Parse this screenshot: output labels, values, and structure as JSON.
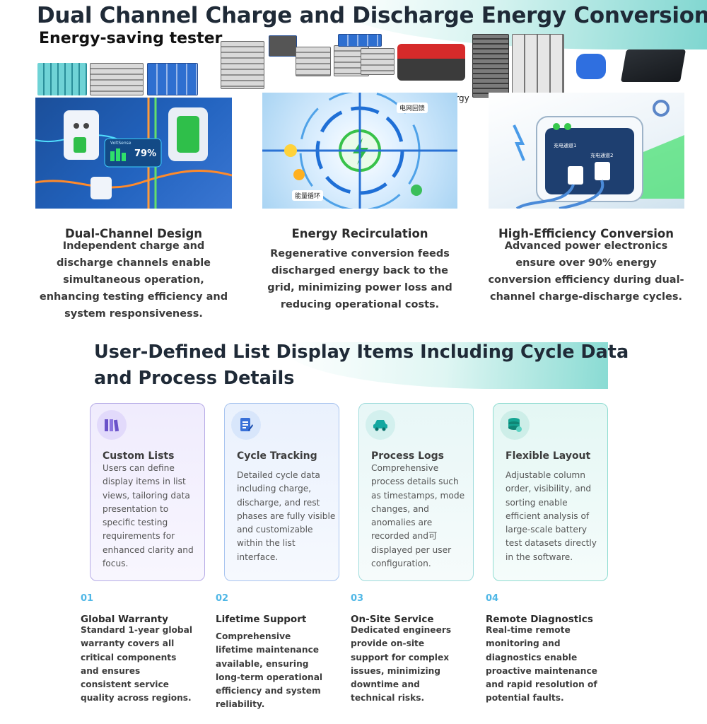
{
  "header": {
    "title": "Dual Channel Charge and Discharge Energy Conversion",
    "subtitle": "Energy-saving tester",
    "feedback_label": "Feedback energy"
  },
  "features": [
    {
      "title": "Dual-Channel Design",
      "description": "Independent charge and discharge channels enable simultaneous operation, enhancing testing efficiency and system responsiveness.",
      "image_text": "79%",
      "image_small_text": "VoltSense"
    },
    {
      "title": "Energy Recirculation",
      "description": "Regenerative conversion feeds discharged energy back to the grid, minimizing power loss and reducing operational costs.",
      "image_text_top": "电网回馈",
      "image_text_bottom": "能量循环"
    },
    {
      "title": "High-Efficiency Conversion",
      "description": "Advanced power electronics ensure over 90% energy conversion efficiency during dual-channel charge-discharge cycles.",
      "image_text_1": "充电通道1",
      "image_text_2": "充电通道2"
    }
  ],
  "section": {
    "title_line1": "User-Defined List Display Items Including Cycle Data",
    "title_line2": "and Process Details"
  },
  "cards": [
    {
      "icon": "books-icon",
      "title": "Custom Lists",
      "description": "Users can define display items in list views, tailoring data presentation to specific testing requirements for enhanced clarity and focus."
    },
    {
      "icon": "document-edit-icon",
      "title": "Cycle Tracking",
      "description": "Detailed cycle data including charge, discharge, and rest phases are fully visible and customizable within the list interface."
    },
    {
      "icon": "car-icon",
      "title": "Process Logs",
      "description": "Comprehensive process details such as timestamps, mode changes, and anomalies are recorded and可 displayed per user configuration."
    },
    {
      "icon": "database-icon",
      "title": "Flexible Layout",
      "description": "Adjustable column order, visibility, and sorting enable efficient analysis of large-scale battery test datasets directly in the software."
    }
  ],
  "services": [
    {
      "number": "01",
      "title": "Global Warranty",
      "description": "Standard 1-year global warranty covers all critical components and ensures consistent service quality across regions."
    },
    {
      "number": "02",
      "title": "Lifetime Support",
      "description": "Comprehensive lifetime maintenance available, ensuring long-term operational efficiency and system reliability."
    },
    {
      "number": "03",
      "title": "On-Site Service",
      "description": "Dedicated engineers provide on-site support for complex issues, minimizing downtime and technical risks."
    },
    {
      "number": "04",
      "title": "Remote Diagnostics",
      "description": "Real-time remote monitoring and diagnostics enable proactive maintenance and rapid resolution of potential faults."
    }
  ],
  "colors": {
    "accent_teal": "#7fd6d0",
    "number_blue": "#4fb7e6",
    "card_purple": "#b6abe6",
    "card_blue": "#a8c4ef",
    "card_cyan": "#9fdcdc",
    "card_green": "#8fdcd1"
  }
}
